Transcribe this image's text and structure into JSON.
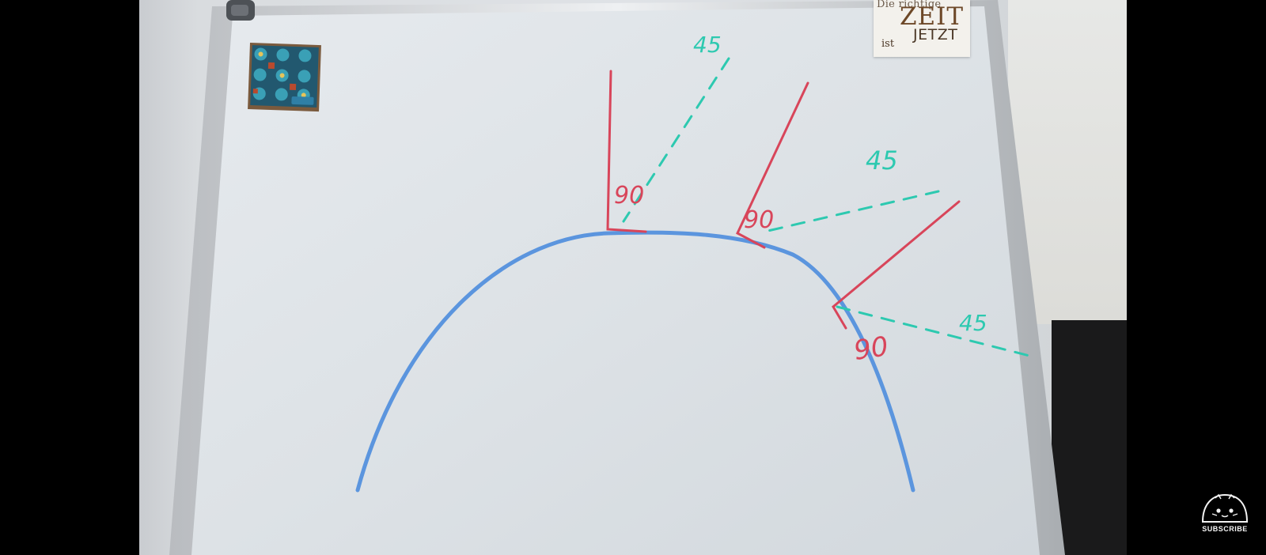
{
  "whiteboard": {
    "labels": {
      "angle_90_top": "90",
      "angle_45_top": "45",
      "angle_90_middle": "90",
      "angle_45_middle": "45",
      "angle_90_right": "90",
      "angle_45_right": "45"
    },
    "colors": {
      "arc": "#5b95de",
      "normal_lines": "#d8455a",
      "dashed_lines": "#2dc9b0"
    }
  },
  "sign": {
    "line1": "Die richtige",
    "line2": "ZEIT",
    "line3a": "ist",
    "line3b": "JETZT"
  },
  "overlay": {
    "subscribe_label": "SUBSCRIBE"
  }
}
